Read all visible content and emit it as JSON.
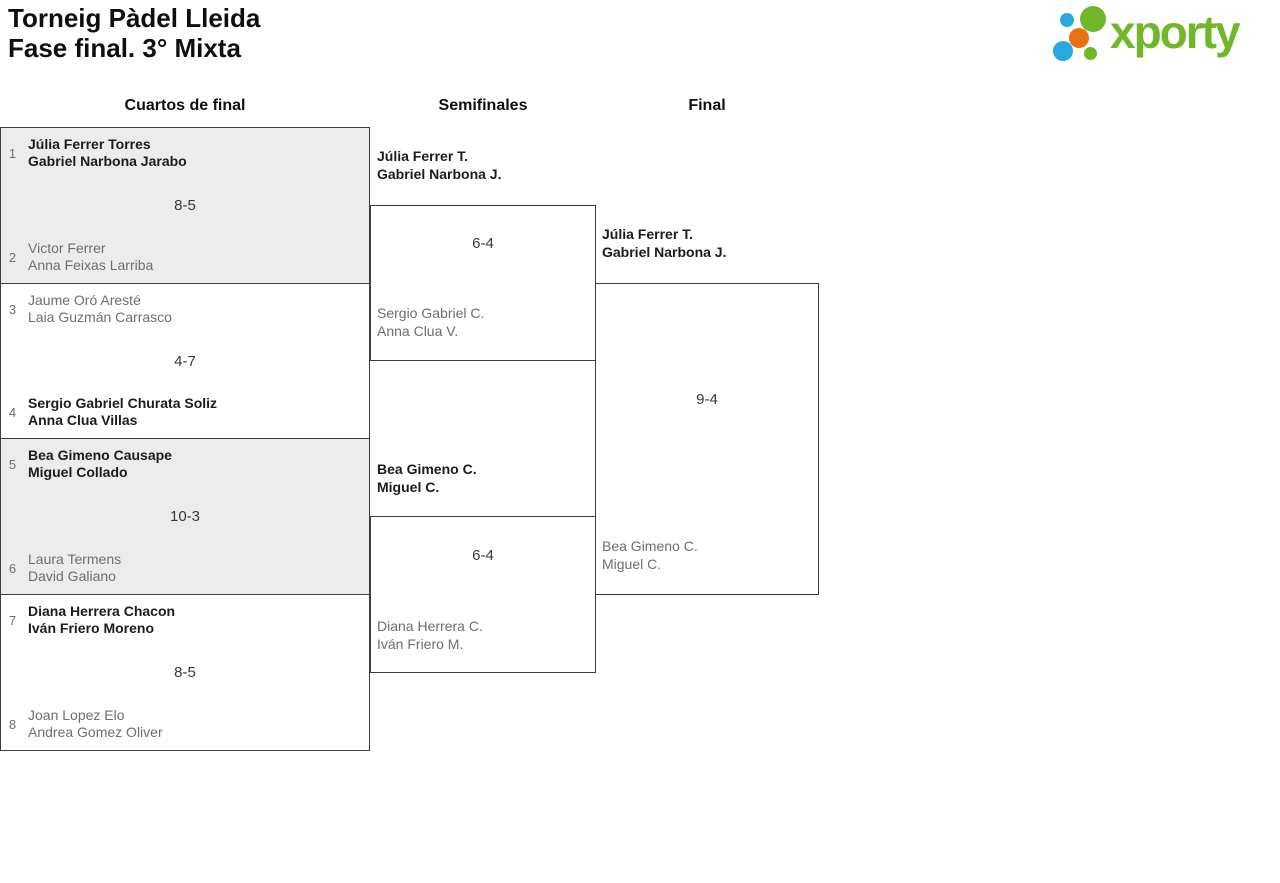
{
  "header": {
    "title_line1": "Torneig Pàdel Lleida",
    "title_line2": "Fase final. 3° Mixta"
  },
  "logo": {
    "text": "xporty",
    "colors": {
      "green": "#72b72a",
      "blue": "#29a8e0",
      "orange": "#e87211"
    }
  },
  "rounds": [
    {
      "label": "Cuartos de final"
    },
    {
      "label": "Semifinales"
    },
    {
      "label": "Final"
    }
  ],
  "quarterfinals": [
    {
      "seed_top": "1",
      "top_line1": "Júlia Ferrer Torres",
      "top_line2": "Gabriel Narbona Jarabo",
      "top_result": "winner",
      "score": "8-5",
      "seed_bottom": "2",
      "bottom_line1": "Victor Ferrer",
      "bottom_line2": "Anna Feixas Larriba",
      "bottom_result": "loser"
    },
    {
      "seed_top": "3",
      "top_line1": "Jaume Oró Aresté",
      "top_line2": "Laia Guzmán Carrasco",
      "top_result": "loser",
      "score": "4-7",
      "seed_bottom": "4",
      "bottom_line1": "Sergio Gabriel Churata Soliz",
      "bottom_line2": "Anna Clua Villas",
      "bottom_result": "winner"
    },
    {
      "seed_top": "5",
      "top_line1": "Bea Gimeno Causape",
      "top_line2": "Miguel Collado",
      "top_result": "winner",
      "score": "10-3",
      "seed_bottom": "6",
      "bottom_line1": "Laura Termens",
      "bottom_line2": "David Galiano",
      "bottom_result": "loser"
    },
    {
      "seed_top": "7",
      "top_line1": "Diana Herrera Chacon",
      "top_line2": "Iván Friero Moreno",
      "top_result": "winner",
      "score": "8-5",
      "seed_bottom": "8",
      "bottom_line1": "Joan Lopez Elo",
      "bottom_line2": "Andrea Gomez Oliver",
      "bottom_result": "loser"
    }
  ],
  "semifinals": [
    {
      "top_line1": "Júlia Ferrer T.",
      "top_line2": "Gabriel Narbona J.",
      "top_result": "winner",
      "score": "6-4",
      "bottom_line1": "Sergio Gabriel C.",
      "bottom_line2": "Anna Clua V.",
      "bottom_result": "loser"
    },
    {
      "top_line1": "Bea Gimeno C.",
      "top_line2": "Miguel C.",
      "top_result": "winner",
      "score": "6-4",
      "bottom_line1": "Diana Herrera C.",
      "bottom_line2": "Iván Friero M.",
      "bottom_result": "loser"
    }
  ],
  "final": {
    "top_line1": "Júlia Ferrer T.",
    "top_line2": "Gabriel Narbona J.",
    "top_result": "winner",
    "score": "9-4",
    "bottom_line1": "Bea Gimeno C.",
    "bottom_line2": "Miguel C.",
    "bottom_result": "loser"
  },
  "colors": {
    "winner_text": "#1c1c1c",
    "loser_text": "#6e6e6e",
    "box_border": "#3d3d3d",
    "shaded_box_bg": "#ececec",
    "logo_green": "#72b72a",
    "logo_blue": "#29a8e0",
    "logo_orange": "#e87211"
  }
}
